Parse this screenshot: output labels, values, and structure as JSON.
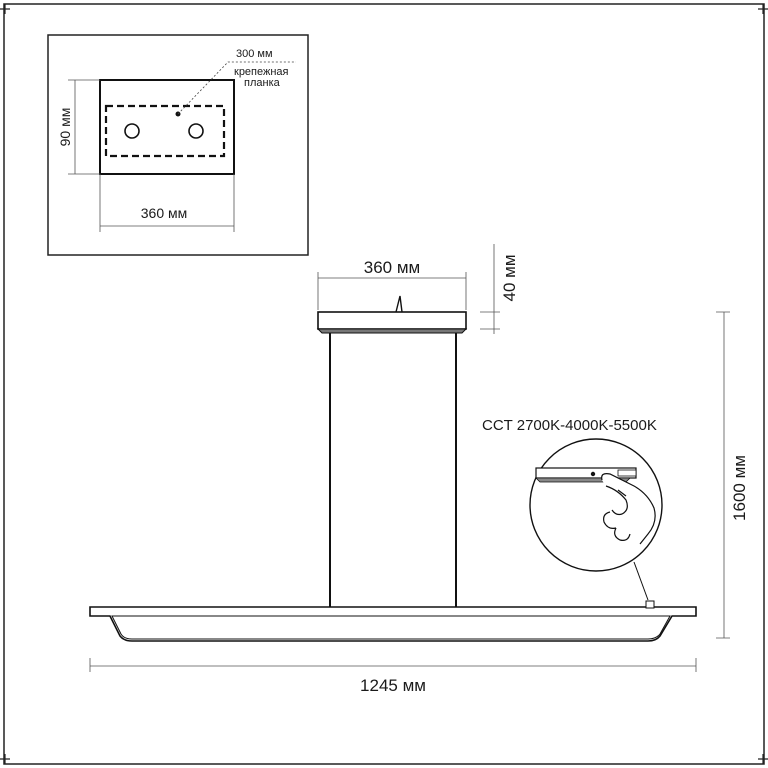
{
  "inset": {
    "length_label": "300 мм",
    "bracket_label_line1": "крепежная",
    "bracket_label_line2": "планка",
    "height_label": "90 мм",
    "width_label": "360 мм"
  },
  "main": {
    "canopy_width_label": "360 мм",
    "canopy_height_label": "40 мм",
    "total_height_label": "1600 мм",
    "total_width_label": "1245 мм",
    "cct_label": "CCT 2700K-4000K-5500K"
  }
}
